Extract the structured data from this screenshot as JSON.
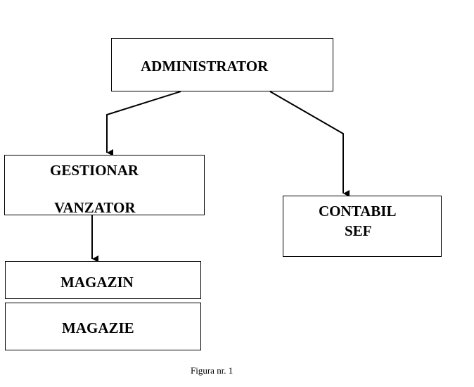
{
  "diagram": {
    "nodes": {
      "administrator": {
        "label": "ADMINISTRATOR"
      },
      "gestionar_vanzator": {
        "line1": "GESTIONAR",
        "line2": "VANZATOR"
      },
      "contabil_sef": {
        "line1": "CONTABIL",
        "line2": "SEF"
      },
      "magazin": {
        "label": "MAGAZIN"
      },
      "magazie": {
        "label": "MAGAZIE"
      }
    },
    "edges": [
      {
        "from": "ADMINISTRATOR",
        "to": "GESTIONAR VANZATOR"
      },
      {
        "from": "ADMINISTRATOR",
        "to": "CONTABIL SEF"
      },
      {
        "from": "GESTIONAR VANZATOR",
        "to": "MAGAZIN"
      }
    ],
    "caption": "Figura nr. 1"
  }
}
